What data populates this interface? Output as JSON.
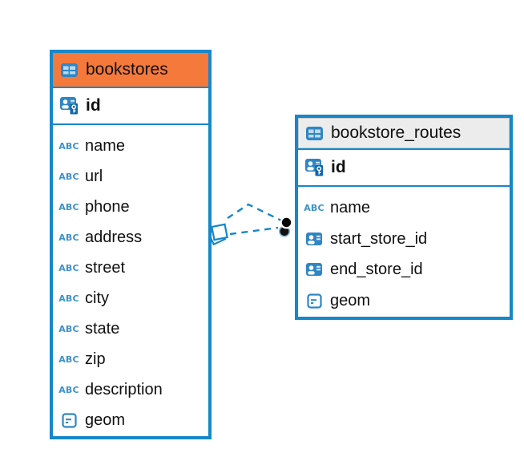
{
  "canvas": {
    "background": "#ffffff"
  },
  "colors": {
    "table_border": "#1787c9",
    "header_orange": "#f5793b",
    "header_gray": "#ececec",
    "icon_blue": "#2e86c5",
    "icon_cell_blue": "#bdd8ec",
    "abc_blue": "#3c92cc",
    "relation_line": "#1787c9",
    "text": "#101010"
  },
  "icons": {
    "abc_label": "ABC"
  },
  "tables": [
    {
      "name": "bookstores",
      "header_style": "orange",
      "primary_key": {
        "name": "id",
        "icon": "person-key-icon"
      },
      "columns": [
        {
          "name": "name",
          "icon": "abc-icon"
        },
        {
          "name": "url",
          "icon": "abc-icon"
        },
        {
          "name": "phone",
          "icon": "abc-icon"
        },
        {
          "name": "address",
          "icon": "abc-icon"
        },
        {
          "name": "street",
          "icon": "abc-icon"
        },
        {
          "name": "city",
          "icon": "abc-icon"
        },
        {
          "name": "state",
          "icon": "abc-icon"
        },
        {
          "name": "zip",
          "icon": "abc-icon"
        },
        {
          "name": "description",
          "icon": "abc-icon"
        },
        {
          "name": "geom",
          "icon": "geometry-icon"
        }
      ]
    },
    {
      "name": "bookstore_routes",
      "header_style": "gray",
      "primary_key": {
        "name": "id",
        "icon": "person-key-icon"
      },
      "columns": [
        {
          "name": "name",
          "icon": "abc-icon"
        },
        {
          "name": "start_store_id",
          "icon": "person-icon"
        },
        {
          "name": "end_store_id",
          "icon": "person-icon"
        },
        {
          "name": "geom",
          "icon": "geometry-icon"
        }
      ]
    }
  ],
  "relationships": [
    {
      "from": "bookstores",
      "to": "bookstore_routes",
      "line_style": "dashed",
      "source_marker": "stacked-squares",
      "target_marker": "filled-dot"
    },
    {
      "from": "bookstores",
      "to": "bookstore_routes",
      "line_style": "dashed",
      "source_marker": "stacked-squares",
      "target_marker": "filled-dot"
    }
  ]
}
